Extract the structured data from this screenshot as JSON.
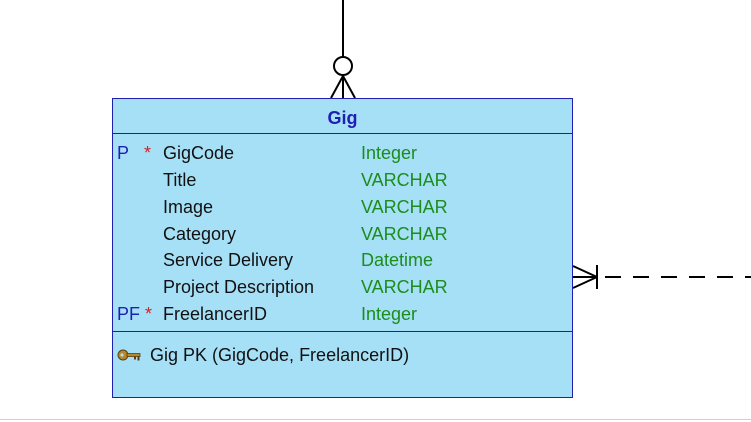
{
  "entity": {
    "title": "Gig",
    "attributes": [
      {
        "key": "P",
        "required": "*",
        "name": "GigCode",
        "type": "Integer"
      },
      {
        "key": "",
        "required": "",
        "name": "Title",
        "type": "VARCHAR"
      },
      {
        "key": "",
        "required": "",
        "name": "Image",
        "type": "VARCHAR"
      },
      {
        "key": "",
        "required": "",
        "name": "Category",
        "type": "VARCHAR"
      },
      {
        "key": "",
        "required": "",
        "name": "Service Delivery",
        "type": "Datetime"
      },
      {
        "key": "",
        "required": "",
        "name": "Project Description",
        "type": "VARCHAR"
      },
      {
        "key": "PF",
        "required": "*",
        "name": "FreelancerID",
        "type": "Integer"
      }
    ],
    "constraints": [
      {
        "icon": "key-icon",
        "text": "Gig PK (GigCode, FreelancerID)"
      }
    ]
  },
  "relationships": [
    {
      "side": "top",
      "end": "zero-or-many",
      "line": "solid"
    },
    {
      "side": "right",
      "end": "one-or-many",
      "line": "dashed"
    }
  ],
  "colors": {
    "entity_fill": "#a6e0f7",
    "entity_border": "#1f1fb4",
    "title": "#1f1fb4",
    "key_marker": "#1f1fb4",
    "required_marker": "#d42020",
    "data_type": "#1c8c1c",
    "text": "#111111"
  }
}
